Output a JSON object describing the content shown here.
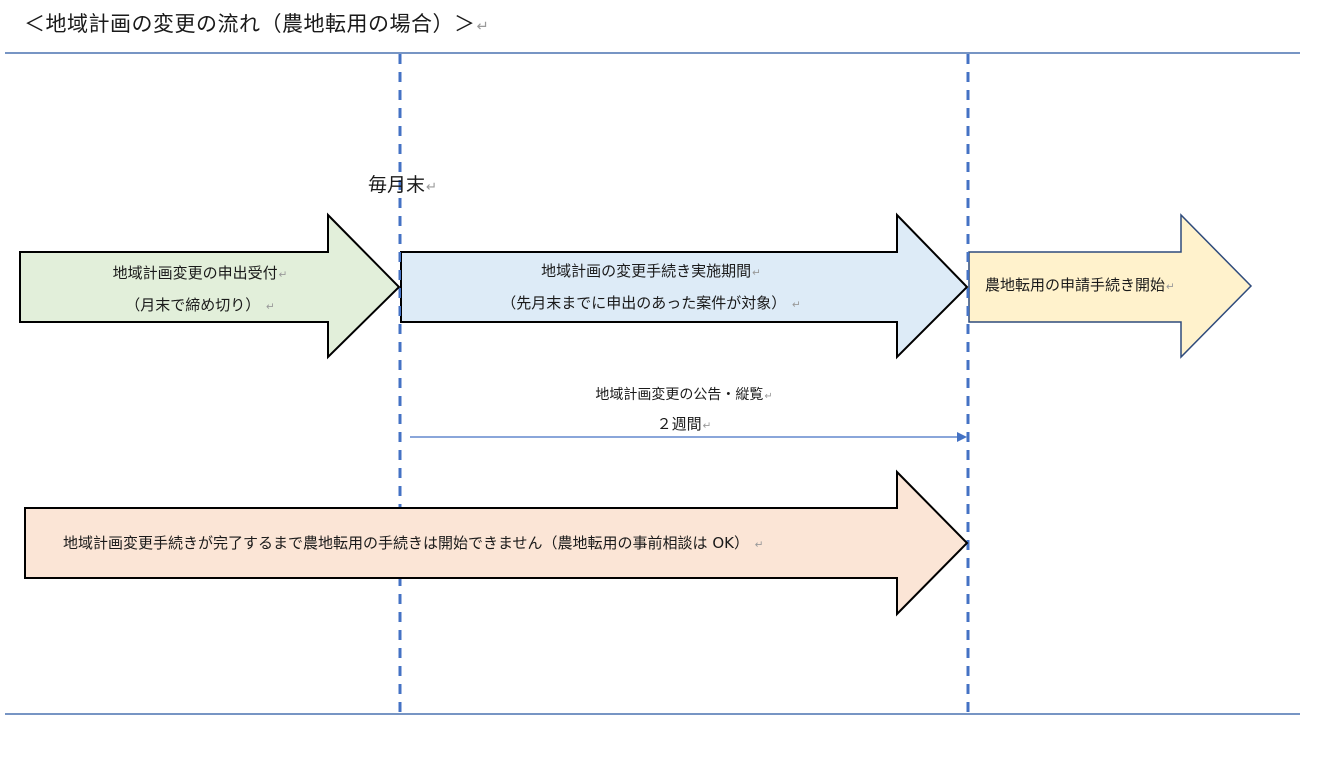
{
  "title": "＜地域計画の変更の流れ（農地転用の場合）＞",
  "paragraph_mark": "↵",
  "deadline_label": "毎月末",
  "colors": {
    "frame_line": "#4A72B0",
    "dashed_line": "#4472C4",
    "arrow_outline_dark": "#000000",
    "arrow_outline_navy": "#2F4B7C",
    "green_fill": "#E2EFDA",
    "blue_fill": "#DDEBF7",
    "yellow_fill": "#FFF2CC",
    "peach_fill": "#FBE5D6",
    "timeline": "#4472C4"
  },
  "arrows": [
    {
      "id": "application-intake",
      "fill": "green",
      "lines": [
        "地域計画変更の申出受付",
        "（月末で締め切り）"
      ]
    },
    {
      "id": "change-procedure-period",
      "fill": "blue",
      "lines": [
        "地域計画の変更手続き実施期間",
        "（先月末までに申出のあった案件が対象）"
      ]
    },
    {
      "id": "conversion-application-start",
      "fill": "yellow",
      "lines": [
        "農地転用の申請手続き開始"
      ]
    },
    {
      "id": "conversion-blocked-notice",
      "fill": "peach",
      "lines": [
        "地域計画変更手続きが完了するまで農地転用の手続きは開始できません（農地転用の事前相談は OK）"
      ]
    }
  ],
  "timeline": {
    "label": "地域計画変更の公告・縦覧",
    "duration": "２週間"
  }
}
